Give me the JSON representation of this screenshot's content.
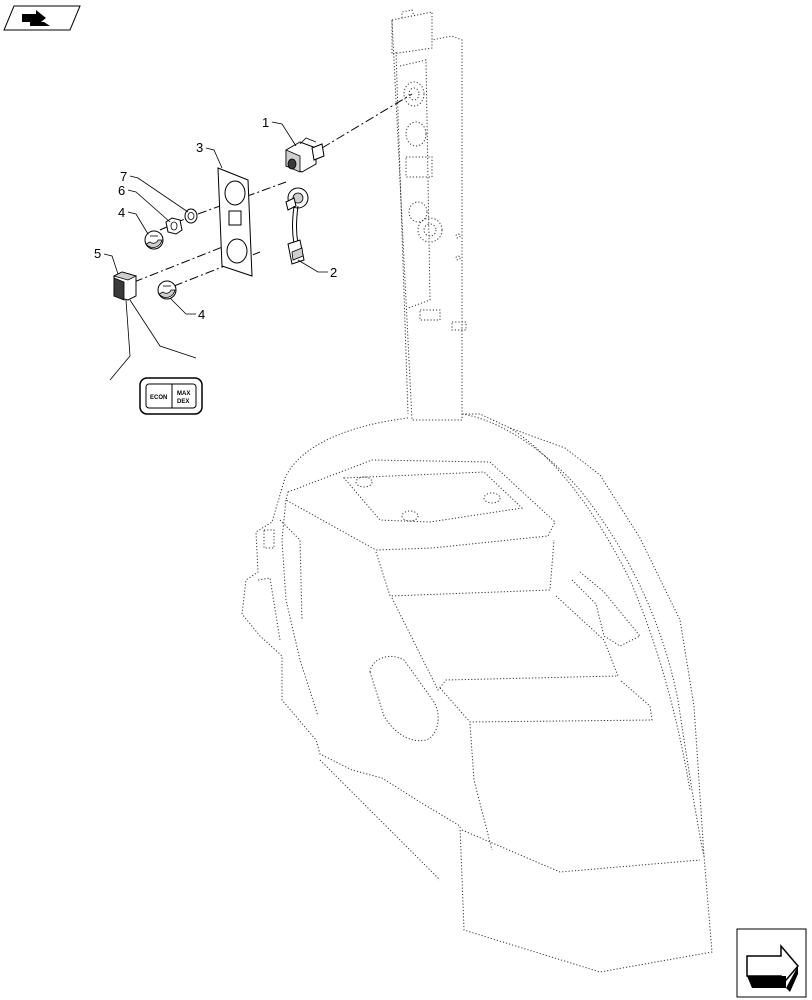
{
  "callouts": [
    {
      "id": "1",
      "label": "1"
    },
    {
      "id": "2",
      "label": "2"
    },
    {
      "id": "3",
      "label": "3"
    },
    {
      "id": "4a",
      "label": "4"
    },
    {
      "id": "4b",
      "label": "4"
    },
    {
      "id": "5",
      "label": "5"
    },
    {
      "id": "6",
      "label": "6"
    },
    {
      "id": "7",
      "label": "7"
    }
  ],
  "switch_button": {
    "left_label": "ECON",
    "right_label_line1": "MAX",
    "right_label_line2": "DEX"
  },
  "icons": {
    "top_left": "book-arrow-icon",
    "bottom_right": "next-page-arrow-icon"
  }
}
